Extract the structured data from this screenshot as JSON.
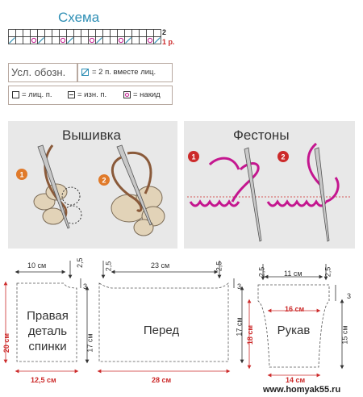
{
  "scheme": {
    "title": "Схема",
    "row_labels": [
      "2",
      "1 р."
    ],
    "row_label_colors": [
      "#222222",
      "#cc2a2a"
    ],
    "row1_sequence": [
      "k2tog",
      "k",
      "k",
      "yo",
      "k2tog",
      "k",
      "k",
      "yo",
      "k2tog",
      "k",
      "k",
      "yo",
      "k2tog",
      "k",
      "k",
      "yo",
      "k2tog",
      "k",
      "k",
      "yo",
      "k2tog"
    ]
  },
  "legend": {
    "title": "Усл. обозн.",
    "items": [
      {
        "symbol": "k2tog-icon",
        "label": "= 2 п. вместе лиц."
      },
      {
        "symbol": "knit-icon",
        "label": "= лиц. п."
      },
      {
        "symbol": "purl-icon",
        "label": "= изн. п."
      },
      {
        "symbol": "yarn-over-icon",
        "label": "= накид"
      }
    ]
  },
  "panels": {
    "embroidery": {
      "title": "Вышивка",
      "steps": [
        "1",
        "2"
      ]
    },
    "scallops": {
      "title": "Фестоны",
      "steps": [
        "1",
        "2"
      ]
    }
  },
  "patterns": {
    "back": {
      "label": [
        "Правая",
        "деталь",
        "спинки"
      ],
      "dims": {
        "top": "10 см",
        "top_corner": "2,5",
        "left": "20 см",
        "right": "17 см",
        "right_top": "3",
        "bottom": "12,5 см"
      }
    },
    "front": {
      "label": "Перед",
      "dims": {
        "top": "23 см",
        "top_left": "2,5",
        "top_right": "2,5",
        "right": "17 см",
        "right_top": "3",
        "bottom": "28 см"
      }
    },
    "sleeve": {
      "label": "Рукав",
      "dims": {
        "top": "11 см",
        "top_left": "2,5",
        "top_right": "2,5",
        "inner": "16 см",
        "left": "18 см",
        "right": "15 см",
        "right_top": "3",
        "bottom": "14 см"
      }
    }
  },
  "watermark": "www.homyak55.ru",
  "colors": {
    "accent_blue": "#2f8fb5",
    "red": "#cc2a2a",
    "magenta": "#c4168f",
    "panel_gray": "#e8e8e8",
    "brown_yarn": "#8a5a3a"
  }
}
